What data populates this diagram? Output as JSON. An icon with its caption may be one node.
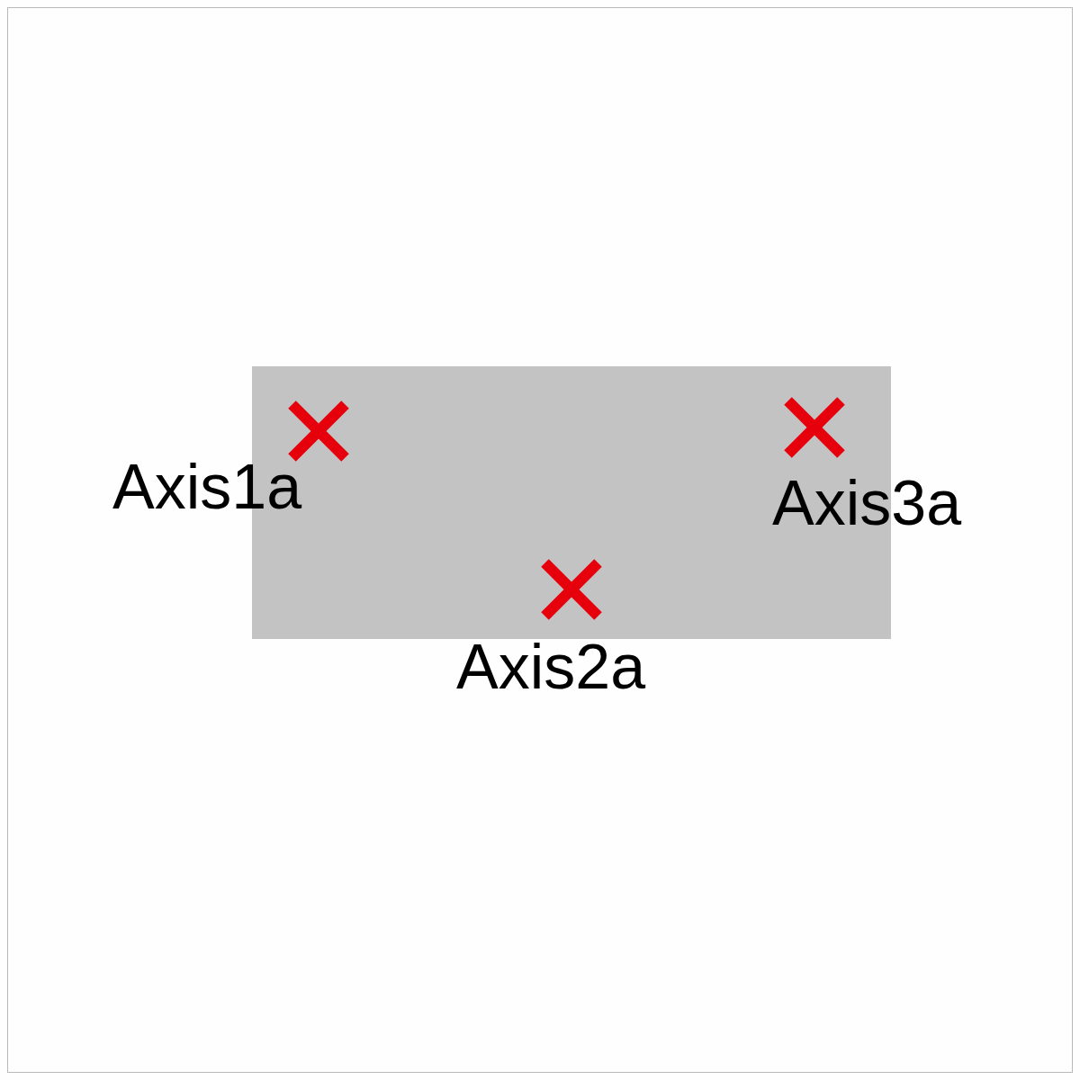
{
  "diagram": {
    "labels": [
      "Axis1a",
      "Axis2a",
      "Axis3a"
    ]
  }
}
